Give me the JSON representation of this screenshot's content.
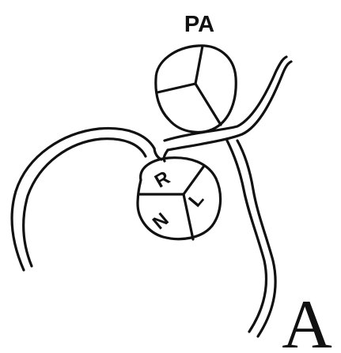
{
  "labels": {
    "pulmonary_valve": "PA",
    "right_cusp": "R",
    "left_cusp": "L",
    "noncoronary_cusp": "N",
    "panel": "A"
  }
}
